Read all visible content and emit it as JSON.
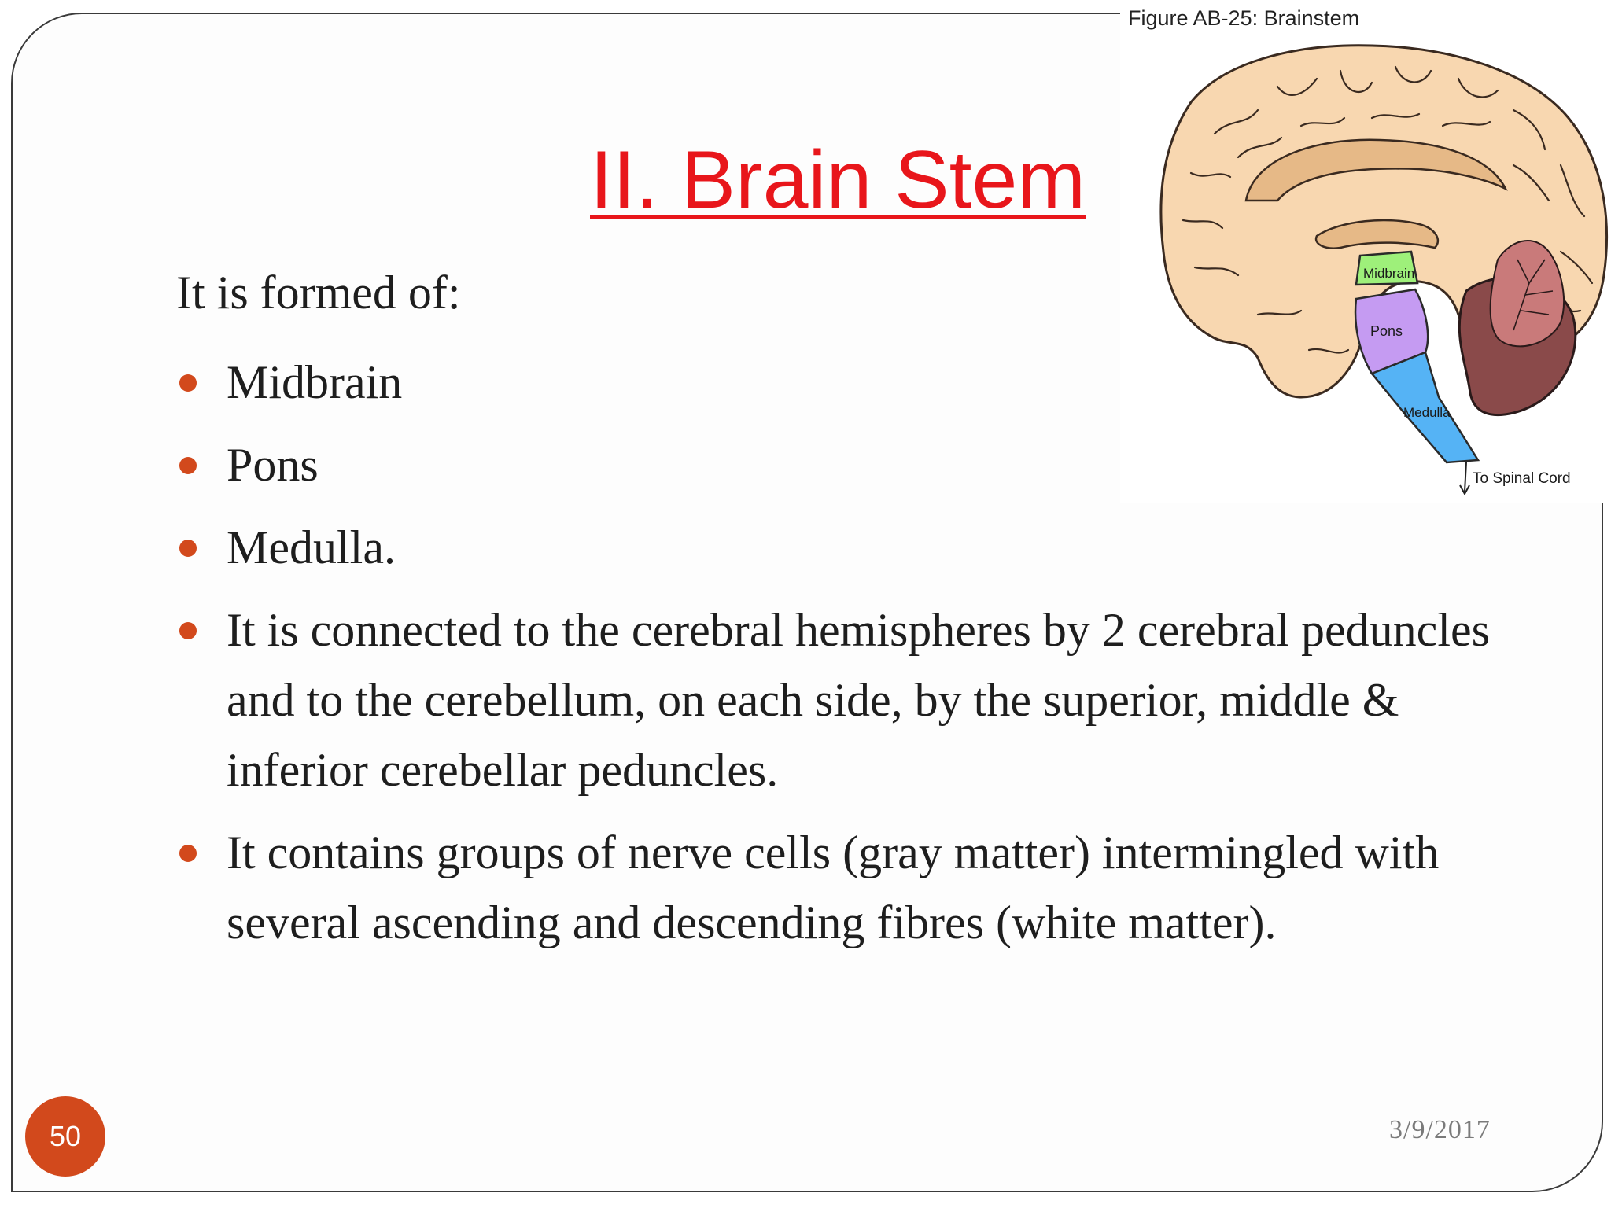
{
  "slide": {
    "title": "II. Brain Stem",
    "intro": "It is formed of:",
    "bullets": [
      "Midbrain",
      "Pons",
      "Medulla.",
      "It is connected to the cerebral hemispheres by 2 cerebral peduncles and to the cerebellum, on each side, by the superior, middle & inferior cerebellar peduncles.",
      "It contains groups of nerve cells (gray matter) intermingled with several ascending and descending fibres (white matter)."
    ],
    "page_number": "50",
    "date": "3/9/2017"
  },
  "figure": {
    "caption": "Figure AB-25: Brainstem",
    "labels": {
      "midbrain": "Midbrain",
      "pons": "Pons",
      "medulla": "Medulla",
      "spinal_cord": "To Spinal Cord"
    }
  },
  "colors": {
    "title": "#e8161b",
    "accent": "#d2491c",
    "midbrain": "#9ef07a",
    "pons": "#c59bf2",
    "medulla": "#55b3f5",
    "cerebellum": "#8a4a4a",
    "cortex": "#f8d7b0"
  }
}
